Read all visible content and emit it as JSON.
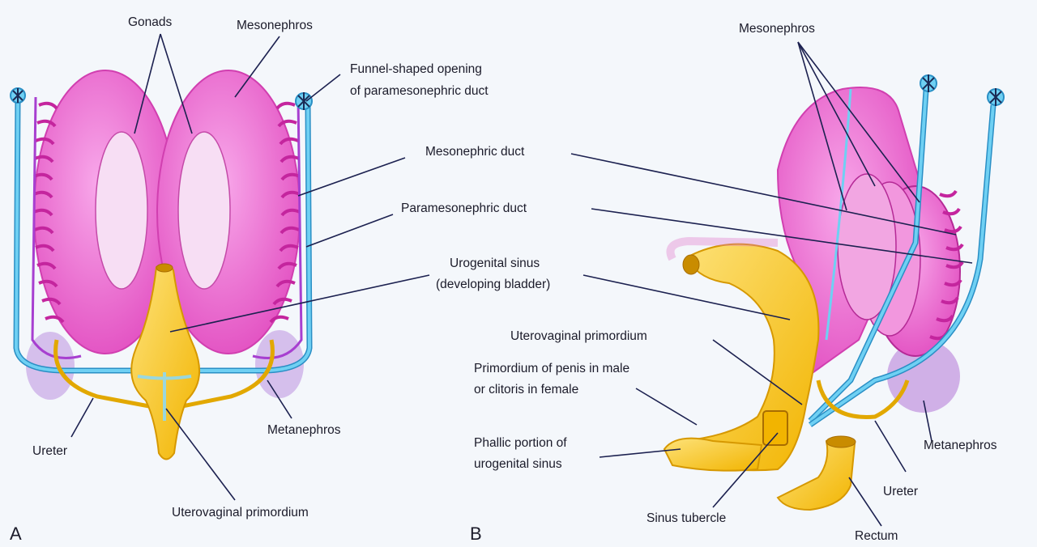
{
  "panel_a": {
    "letter": "A",
    "labels": {
      "gonads": "Gonads",
      "mesonephros": "Mesonephros",
      "funnel_line1": "Funnel-shaped opening",
      "funnel_line2": "of paramesonephric duct",
      "mesonephric_duct": "Mesonephric duct",
      "paramesonephric_duct": "Paramesonephric duct",
      "urogenital_line1": "Urogenital sinus",
      "urogenital_line2": "(developing bladder)",
      "ureter": "Ureter",
      "metanephros": "Metanephros",
      "uterovaginal": "Uterovaginal primordium"
    }
  },
  "panel_b": {
    "letter": "B",
    "labels": {
      "mesonephros": "Mesonephros",
      "uterovaginal": "Uterovaginal primordium",
      "penis_line1": "Primordium of penis in male",
      "penis_line2": "or clitoris in female",
      "phallic_line1": "Phallic portion of",
      "phallic_line2": "urogenital sinus",
      "sinus_tubercle": "Sinus tubercle",
      "ureter": "Ureter",
      "metanephros": "Metanephros",
      "rectum": "Rectum"
    }
  },
  "colors": {
    "mesonephros": "#e455c4",
    "gonad": "#f6dcf3",
    "duct_blue": "#5bc3ea",
    "sinus_yellow": "#f7c318",
    "metanephros": "#c9a3e3",
    "leader": "#1c2150"
  }
}
